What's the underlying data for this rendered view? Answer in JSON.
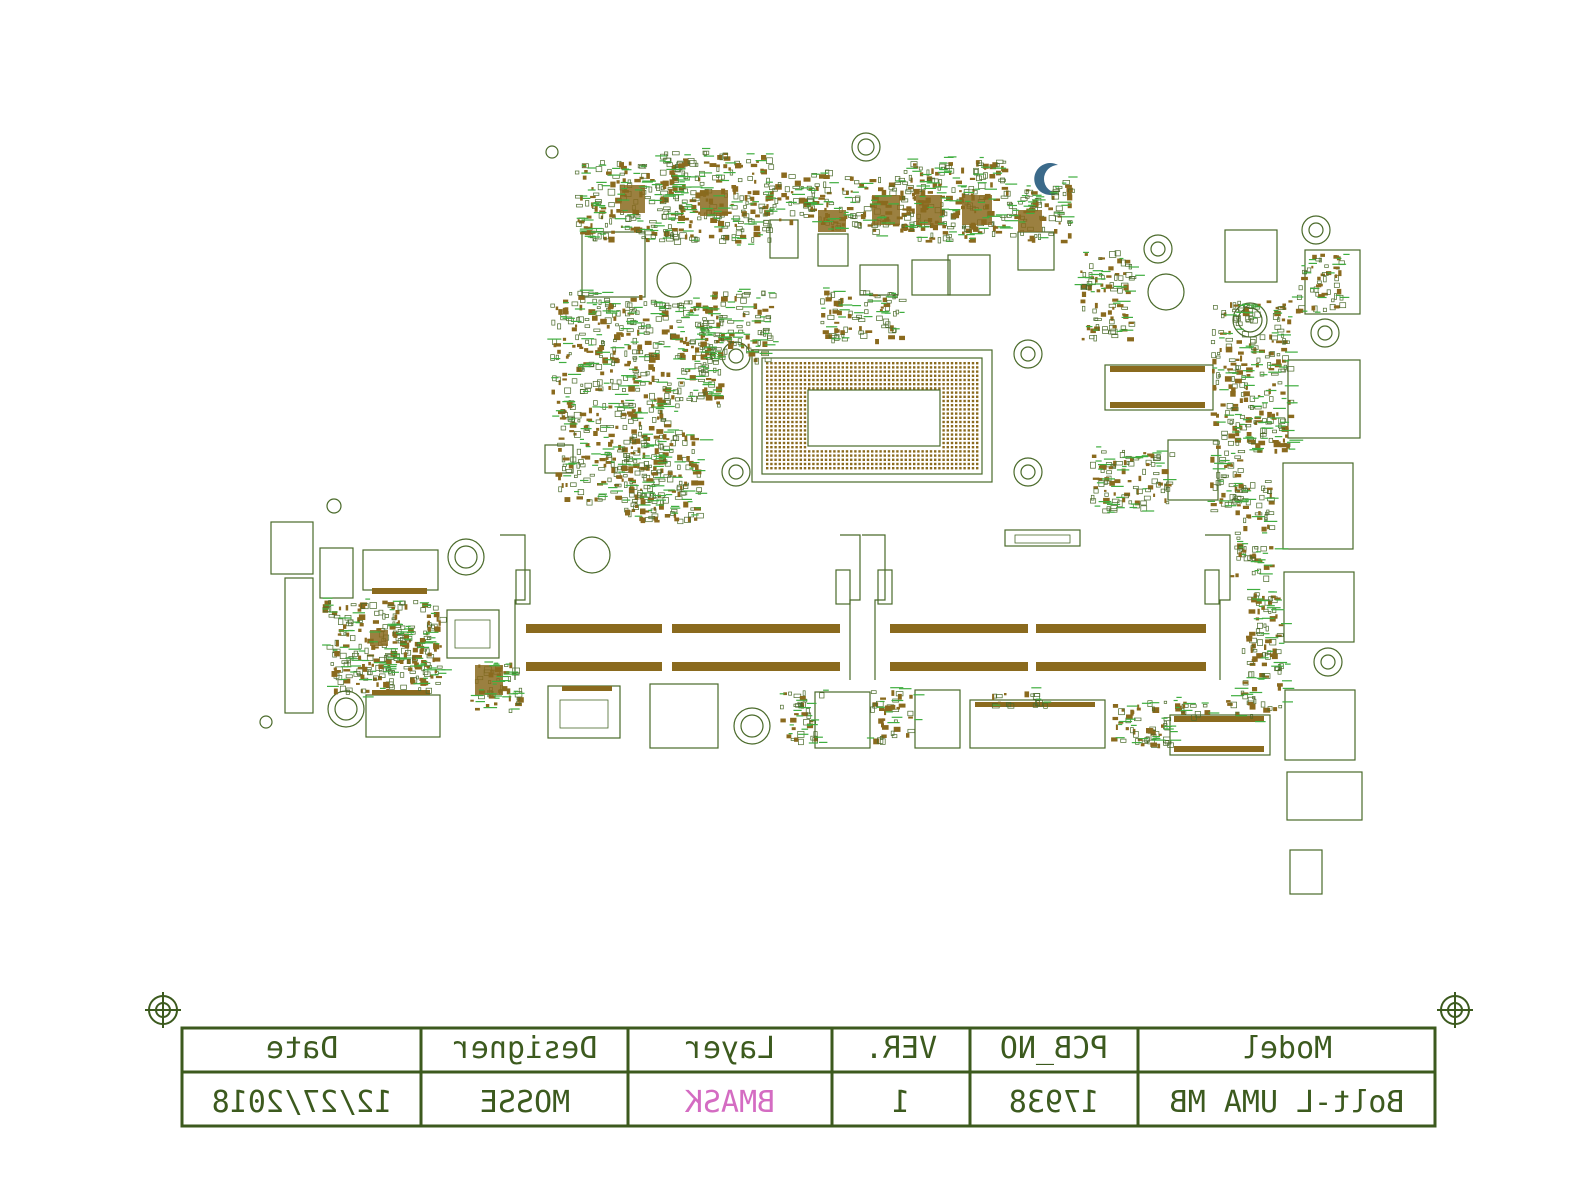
{
  "title_block": {
    "headers": {
      "model": "Model",
      "pcb_no": "PCB_NO",
      "ver": "VER.",
      "layer": "Layer",
      "designer": "Designer",
      "date": "Date"
    },
    "values": {
      "model": "Bolt-L UMA MB",
      "pcb_no": "17938",
      "ver": "1",
      "layer": "BMASK",
      "designer": "MOSSE",
      "date": "12/27/2018"
    }
  },
  "colors": {
    "outline": "#4a6a2a",
    "copper": "#8a6a1e",
    "silk": "#3fae3f",
    "titleblock": "#3c5a1e",
    "layer_text": "#d46cc2",
    "marker": "#3b6a8a"
  }
}
